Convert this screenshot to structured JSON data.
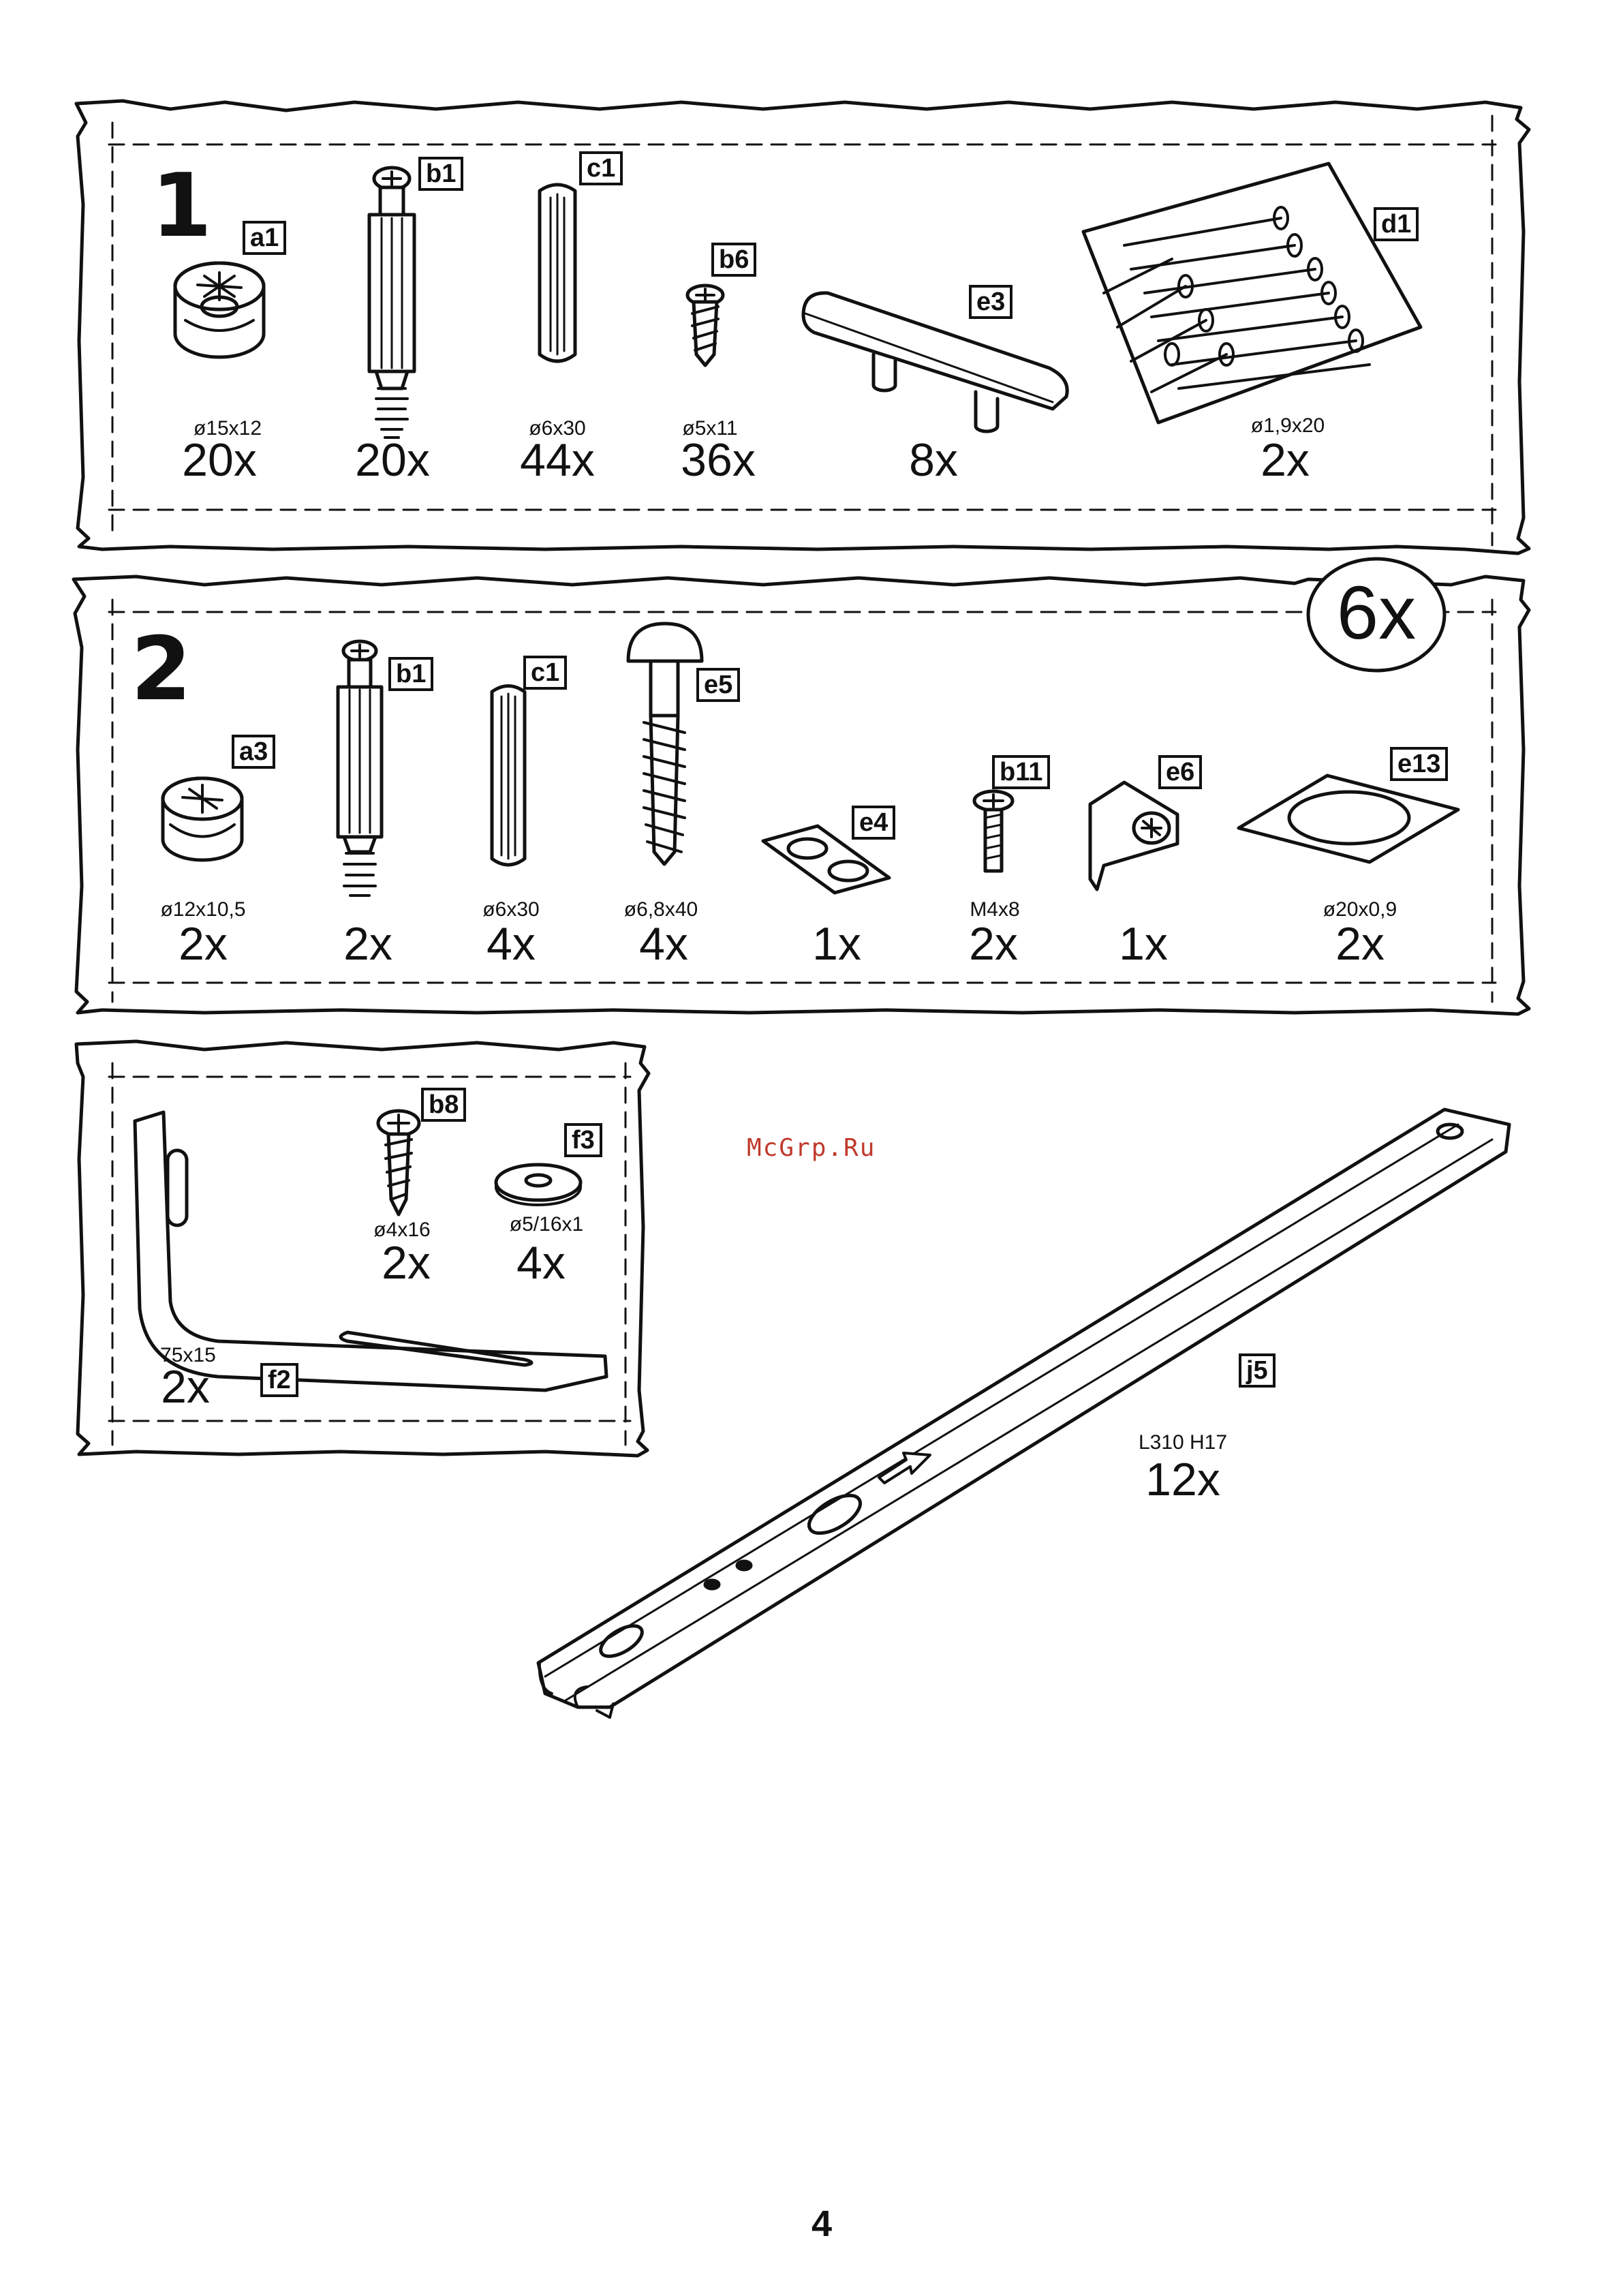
{
  "page": {
    "number": "4",
    "watermark": "McGrp.Ru"
  },
  "panel1": {
    "step": "1",
    "parts": [
      {
        "code": "a1",
        "spec": "ø15x12",
        "qty": "20x"
      },
      {
        "code": "b1",
        "spec": "",
        "qty": "20x"
      },
      {
        "code": "c1",
        "spec": "ø6x30",
        "qty": "44x"
      },
      {
        "code": "b6",
        "spec": "ø5x11",
        "qty": "36x"
      },
      {
        "code": "e3",
        "spec": "",
        "qty": "8x"
      },
      {
        "code": "d1",
        "spec": "ø1,9x20",
        "qty": "2x"
      }
    ]
  },
  "panel2": {
    "step": "2",
    "multiplier": "6x",
    "parts": [
      {
        "code": "a3",
        "spec": "ø12x10,5",
        "qty": "2x"
      },
      {
        "code": "b1",
        "spec": "",
        "qty": "2x"
      },
      {
        "code": "c1",
        "spec": "ø6x30",
        "qty": "4x"
      },
      {
        "code": "e5",
        "spec": "ø6,8x40",
        "qty": "4x"
      },
      {
        "code": "e4",
        "spec": "",
        "qty": "1x"
      },
      {
        "code": "b11",
        "spec": "M4x8",
        "qty": "2x"
      },
      {
        "code": "e6",
        "spec": "",
        "qty": "1x"
      },
      {
        "code": "e13",
        "spec": "ø20x0,9",
        "qty": "2x"
      }
    ]
  },
  "panel3": {
    "parts": [
      {
        "code": "f2",
        "spec": "75x15",
        "qty": "2x"
      },
      {
        "code": "b8",
        "spec": "ø4x16",
        "qty": "2x"
      },
      {
        "code": "f3",
        "spec": "ø5/16x1",
        "qty": "4x"
      }
    ]
  },
  "rail": {
    "code": "j5",
    "spec": "L310 H17",
    "qty": "12x"
  }
}
